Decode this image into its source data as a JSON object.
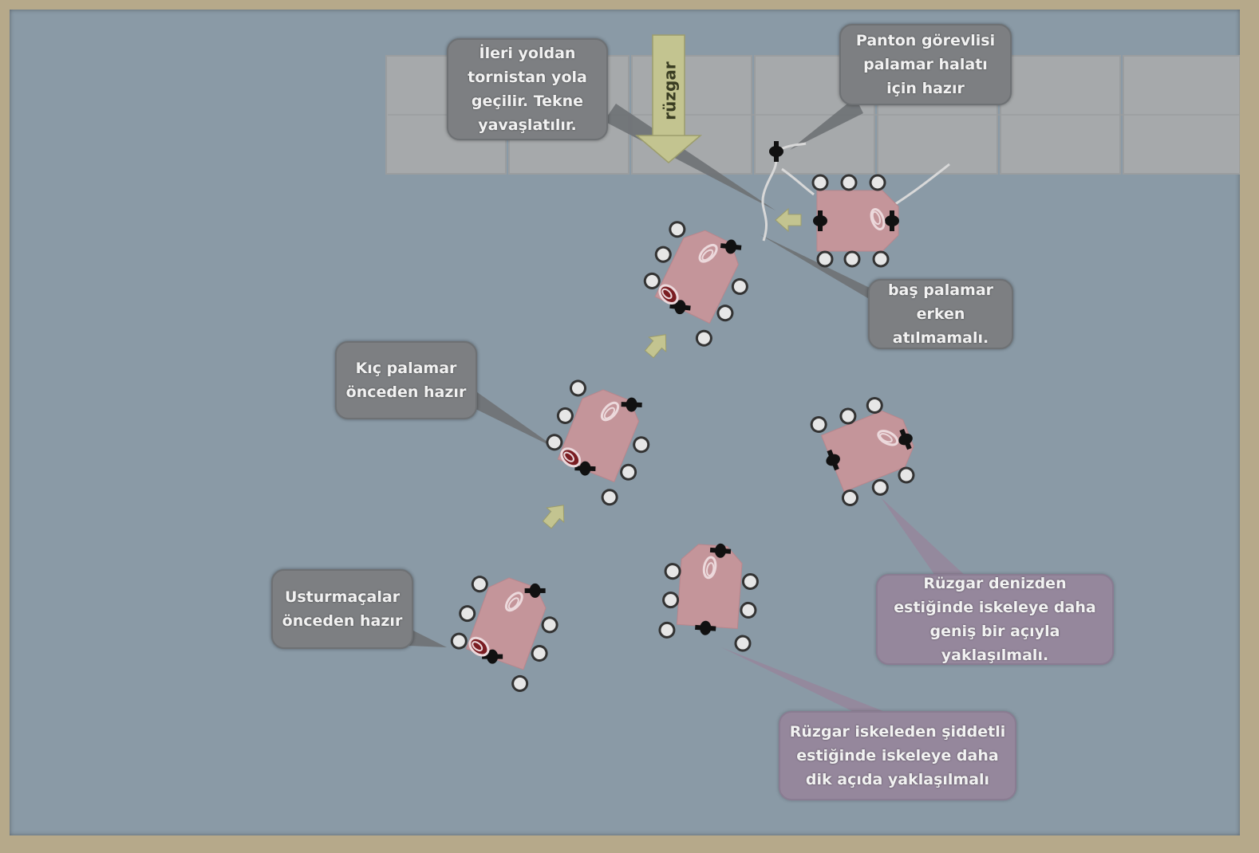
{
  "wind": {
    "label": "rüzgar"
  },
  "callouts": {
    "forward_to_astern": "İleri yoldan\ntornistan yola\ngeçilir. Tekne\nyavaşlatılır.",
    "panton_ready": "Panton görevlisi\npalamar halatı\niçin hazır",
    "bow_line": "baş palamar\nerken\natılmamalı.",
    "stern_line": "Kıç palamar\nönceden hazır",
    "fenders": "Usturmaçalar\nönceden hazır",
    "wind_from_sea": "Rüzgar denizden\nestiğinde iskeleye daha\ngeniş bir açıyla\nyaklaşılmalı.",
    "wind_from_pier": "Rüzgar iskeleden şiddetli\nestiğinde iskeleye daha\ndik açıda yaklaşılmalı"
  },
  "colors": {
    "background": "#8a9aa6",
    "frame": "#b6a98a",
    "pier": "#a6a9ab",
    "boat": "#c4959a",
    "arrow": "#c3c490",
    "callout_gray": "#7d7f82",
    "callout_purple": "#95879c"
  }
}
